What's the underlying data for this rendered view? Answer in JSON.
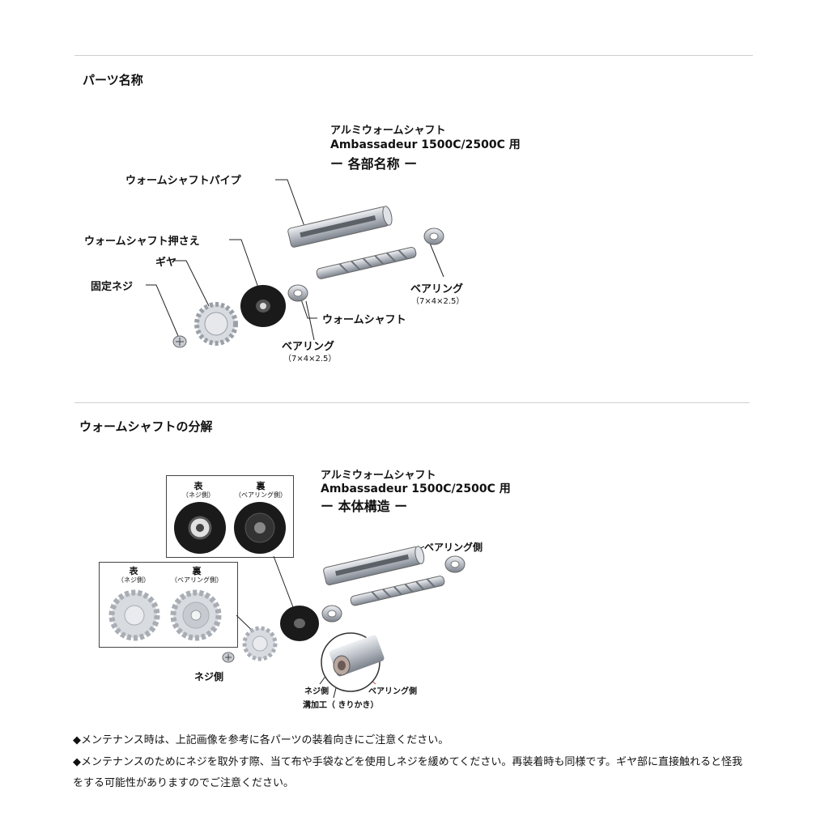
{
  "section1": {
    "heading": "パーツ名称",
    "title_line1": "アルミウォームシャフト",
    "title_line2": "Ambassadeur 1500C/2500C 用",
    "title_line3": "ー 各部名称 ー",
    "labels": {
      "pipe": "ウォームシャフトパイプ",
      "retainer": "ウォームシャフト押さえ",
      "gear": "ギヤ",
      "screw": "固定ネジ",
      "bearing_right": "ベアリング",
      "bearing_right_size": "（7×4×2.5）",
      "shaft": "ウォームシャフト",
      "bearing_bottom": "ベアリング",
      "bearing_bottom_size": "（7×4×2.5）"
    }
  },
  "section2": {
    "heading": "ウォームシャフトの分解",
    "title_line1": "アルミウォームシャフト",
    "title_line2": "Ambassadeur 1500C/2500C 用",
    "title_line3": "ー 本体構造 ー",
    "box_retainer": {
      "front": "表",
      "front_sub": "（ネジ側）",
      "back": "裏",
      "back_sub": "（ベアリング側）"
    },
    "box_gear": {
      "front": "表",
      "front_sub": "（ネジ側）",
      "back": "裏",
      "back_sub": "（ベアリング側）"
    },
    "labels": {
      "bearing_side": "ベアリング側",
      "screw_side": "ネジ側",
      "detail_screw_side": "ネジ側",
      "detail_bearing_side": "ベアリング側",
      "groove": "溝加工（ きりかき）"
    }
  },
  "notes": [
    "◆メンテナンス時は、上記画像を参考に各パーツの装着向きにご注意ください。",
    "◆メンテナンスのためにネジを取外す際、当て布や手袋などを使用しネジを緩めてください。再装着時も同様です。ギヤ部に直接触れると怪我をする可能性がありますのでご注意ください。"
  ],
  "colors": {
    "metal": "#c8ccd2",
    "metal_dark": "#8a9098",
    "black_part": "#1a1a1a",
    "gear": "#d8dbe0",
    "rule": "#cfcfcf",
    "leader_red": "#c0392b"
  }
}
